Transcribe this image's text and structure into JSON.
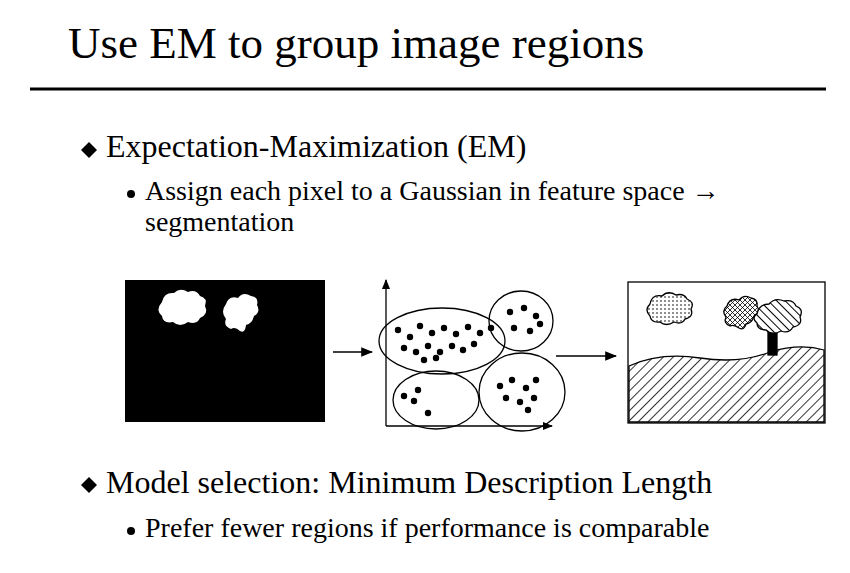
{
  "diagram": {
    "title": "Use EM to group image regions",
    "labels": [
      "Expectation-Maximization (EM)",
      "Assign each pixel to a Gaussian in feature space → segmentation",
      "Model selection: Minimum Description Length",
      "Prefer fewer regions if performance is comparable"
    ]
  }
}
